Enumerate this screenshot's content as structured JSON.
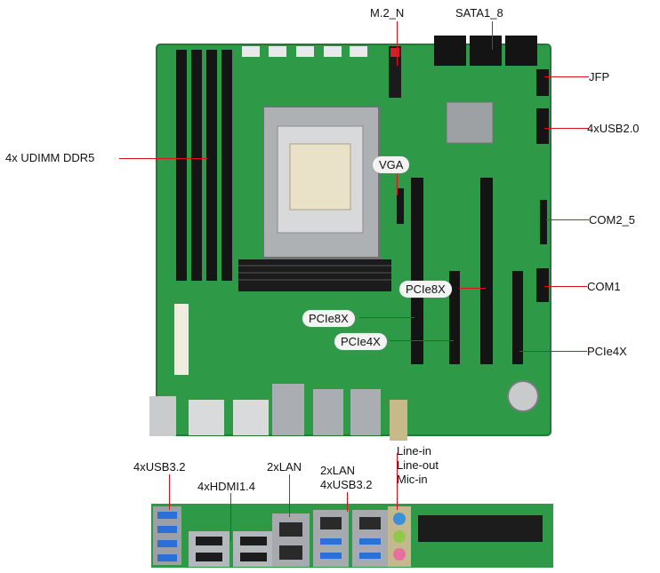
{
  "labels": {
    "m2n": "M.2_N",
    "sata": "SATA1_8",
    "jfp": "JFP",
    "usb20": "4xUSB2.0",
    "dimm": "4x UDIMM DDR5",
    "vga": "VGA",
    "com25": "COM2_5",
    "pcie8x_a": "PCIe8X",
    "com1": "COM1",
    "pcie8x_b": "PCIe8X",
    "pcie4x_a": "PCIe4X",
    "pcie4x_b": "PCIe4X",
    "io_usb32": "4xUSB3.2",
    "io_hdmi": "4xHDMI1.4",
    "io_lan": "2xLAN",
    "io_lan_usb_1": "2xLAN",
    "io_lan_usb_2": "4xUSB3.2",
    "io_audio_1": "Line-in",
    "io_audio_2": "Line-out",
    "io_audio_3": "Mic-in"
  },
  "colors": {
    "pcb": "#2e9a48",
    "pcb_dark": "#1f7a36",
    "leader": "#e0101a",
    "heatsink": "#1b1b1b",
    "metal": "#b9bcbf"
  },
  "icons": {
    "cpu_socket": "lga-socket-icon",
    "battery": "coin-cell-icon"
  }
}
